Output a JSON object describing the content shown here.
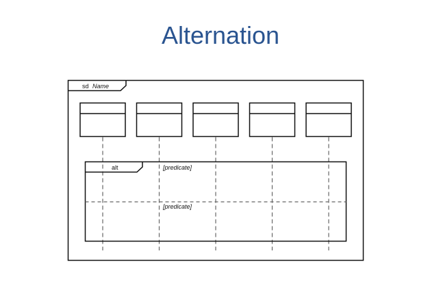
{
  "slide": {
    "title": "Alternation"
  },
  "diagram": {
    "frame": {
      "keyword": "sd",
      "name": "Name"
    },
    "lifeline_count": 5,
    "fragment": {
      "operator": "alt",
      "operands": [
        {
          "guard": "[predicate]"
        },
        {
          "guard": "[predicate]"
        }
      ]
    },
    "colors": {
      "title": "#2a5490",
      "stroke": "#111111",
      "dash": "#666666"
    }
  }
}
